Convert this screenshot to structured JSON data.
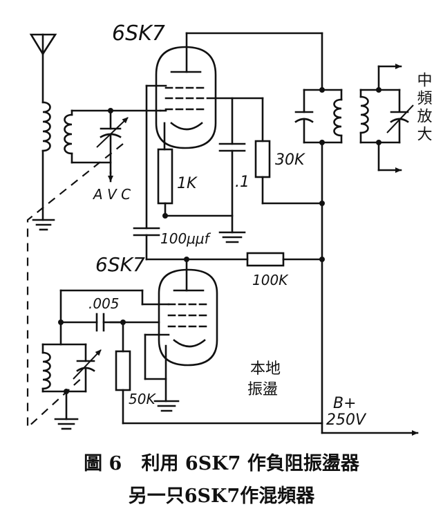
{
  "tube_labels": {
    "upper": "6SK7",
    "lower": "6SK7"
  },
  "components": {
    "r_cathode": "1K",
    "c_bypass": ".1",
    "r_screen": "30K",
    "c_coupling": "100μμf",
    "r_plate_osc": "100K",
    "c_grid_osc": ".005",
    "r_grid_osc": "50K"
  },
  "avc_label": "A V C",
  "if_amp_label": "中頻放大",
  "local_osc_label": [
    "本地",
    "振盪"
  ],
  "supply": {
    "label": "B+",
    "voltage": "250V"
  },
  "caption": {
    "line1": "圖 6   利用 6SK7 作負阻振盪器",
    "line2": "另一只6SK7作混頻器"
  }
}
